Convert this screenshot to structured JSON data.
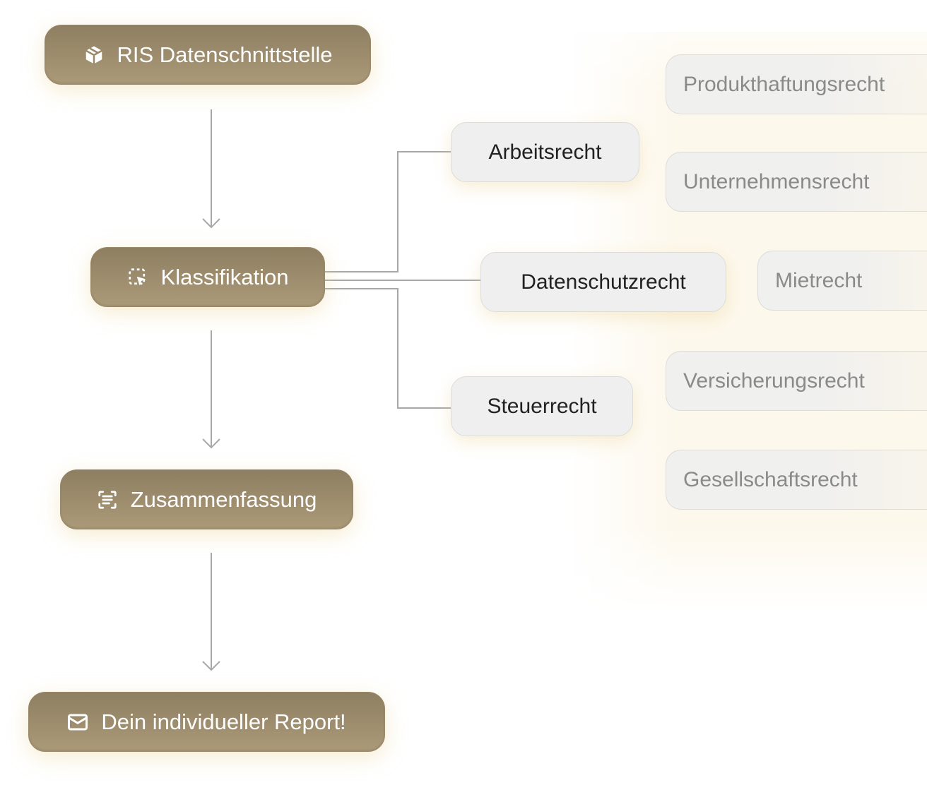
{
  "pipeline": [
    {
      "label": "RIS Datenschnittstelle",
      "icon": "package-icon"
    },
    {
      "label": "Klassifikation",
      "icon": "select-pointer-icon"
    },
    {
      "label": "Zusammenfassung",
      "icon": "scan-text-icon"
    },
    {
      "label": "Dein individueller Report!",
      "icon": "mail-icon"
    }
  ],
  "categories": {
    "primary": [
      "Arbeitsrecht",
      "Datenschutzrecht",
      "Steuerrecht"
    ],
    "faded": [
      "Produkthaftungsrecht",
      "Unternehmensrecht",
      "Mietrecht",
      "Versicherungsrecht",
      "Gesellschaftsrecht"
    ]
  },
  "colors": {
    "step": "#9e8d6c",
    "category": "#efefef",
    "line": "#a8a8a8",
    "glow": "#fdf8ec"
  }
}
